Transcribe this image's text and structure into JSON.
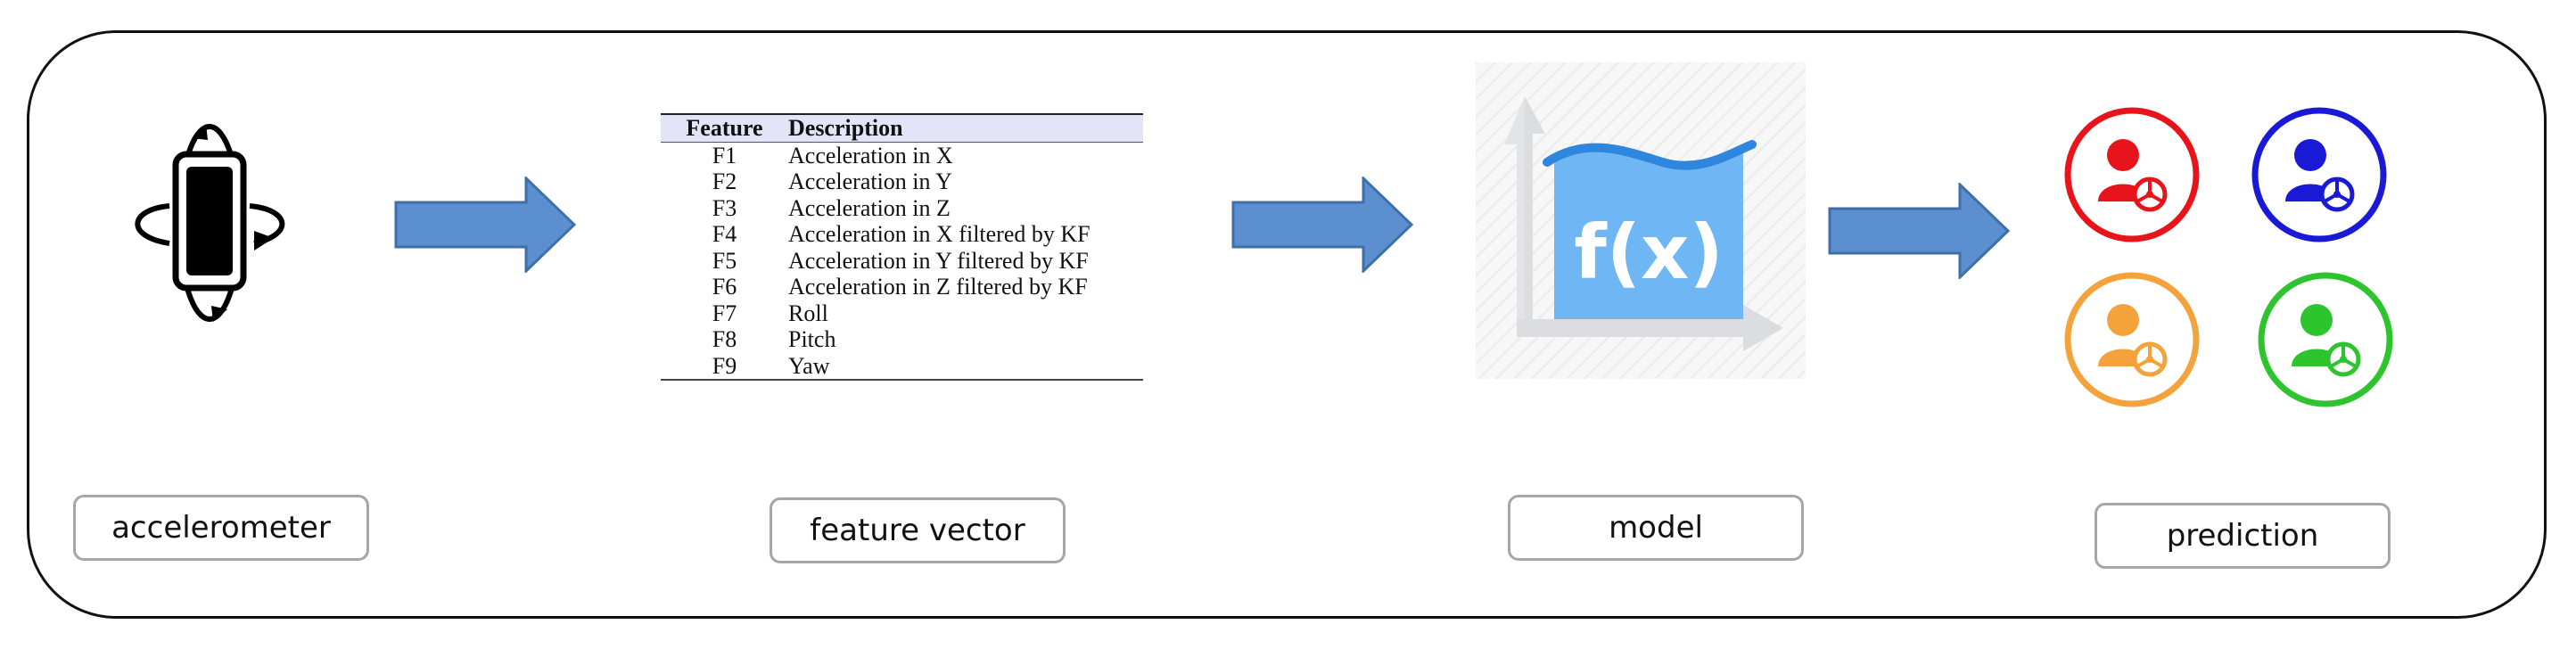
{
  "stages": [
    {
      "label": "accelerometer",
      "icon": "phone-rotation-icon"
    },
    {
      "label": "feature vector",
      "icon": "feature-table"
    },
    {
      "label": "model",
      "icon": "function-chart-icon"
    },
    {
      "label": "prediction",
      "icon": "driver-icons"
    }
  ],
  "feature_table": {
    "headers": [
      "Feature",
      "Description"
    ],
    "rows": [
      [
        "F1",
        "Acceleration in X"
      ],
      [
        "F2",
        "Acceleration in Y"
      ],
      [
        "F3",
        "Acceleration in Z"
      ],
      [
        "F4",
        "Acceleration in X filtered by KF"
      ],
      [
        "F5",
        "Acceleration in Y filtered by KF"
      ],
      [
        "F6",
        "Acceleration in Z filtered by KF"
      ],
      [
        "F7",
        "Roll"
      ],
      [
        "F8",
        "Pitch"
      ],
      [
        "F9",
        "Yaw"
      ]
    ]
  },
  "model": {
    "formula": "f(x)"
  },
  "drivers": [
    {
      "name": "driver-red-icon",
      "color": "#e8141c"
    },
    {
      "name": "driver-blue-icon",
      "color": "#1a1ad6"
    },
    {
      "name": "driver-orange-icon",
      "color": "#f4a23c"
    },
    {
      "name": "driver-green-icon",
      "color": "#2ec42e"
    }
  ],
  "colors": {
    "arrow_fill": "#5b8fd0",
    "arrow_stroke": "#3f6fa8",
    "model_fill": "#6fb6f4"
  }
}
